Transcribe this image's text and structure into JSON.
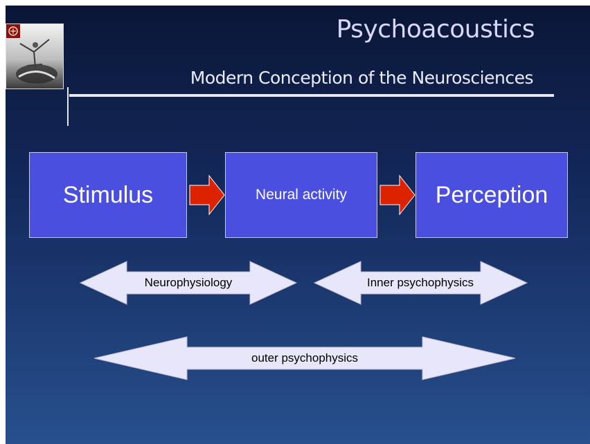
{
  "title": "Psychoacoustics",
  "subtitle": "Modern Conception of the Neurosciences",
  "colors": {
    "box_fill": "#4a4fdf",
    "flow_arrow": "#dd2200",
    "double_arrow": "#e8e6fa"
  },
  "boxes": {
    "stimulus": "Stimulus",
    "neural": "Neural activity",
    "perception": "Perception"
  },
  "ranges": {
    "neurophysiology": "Neurophysiology",
    "inner": "Inner psychophysics",
    "outer": "outer psychophysics"
  },
  "logo": {
    "icon": "university-seal-icon"
  }
}
